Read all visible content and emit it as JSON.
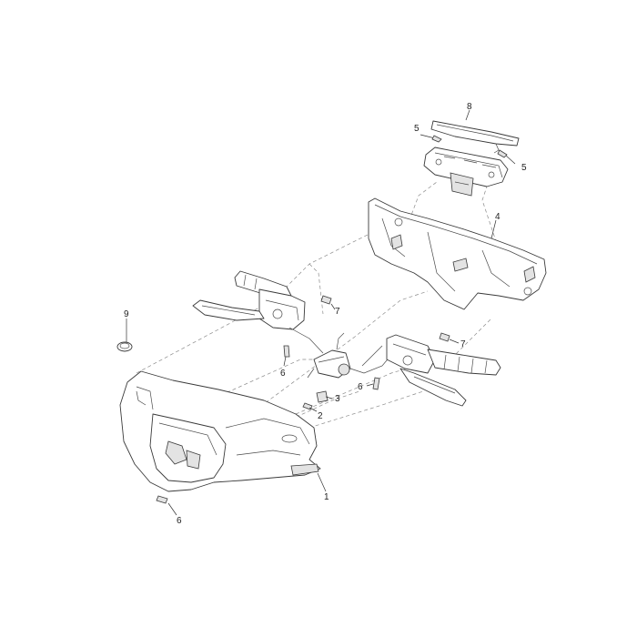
{
  "callouts": {
    "c1": "1",
    "c2": "2",
    "c3": "3",
    "c4": "4",
    "c5a": "5",
    "c5b": "5",
    "c6a": "6",
    "c6b": "6",
    "c6c": "6",
    "c7a": "7",
    "c7b": "7",
    "c8": "8",
    "c9": "9"
  },
  "colors": {
    "line": "#3a3a3a",
    "shade": "#e3e3e3",
    "dash": "#8a8a8a",
    "background": "#ffffff"
  }
}
